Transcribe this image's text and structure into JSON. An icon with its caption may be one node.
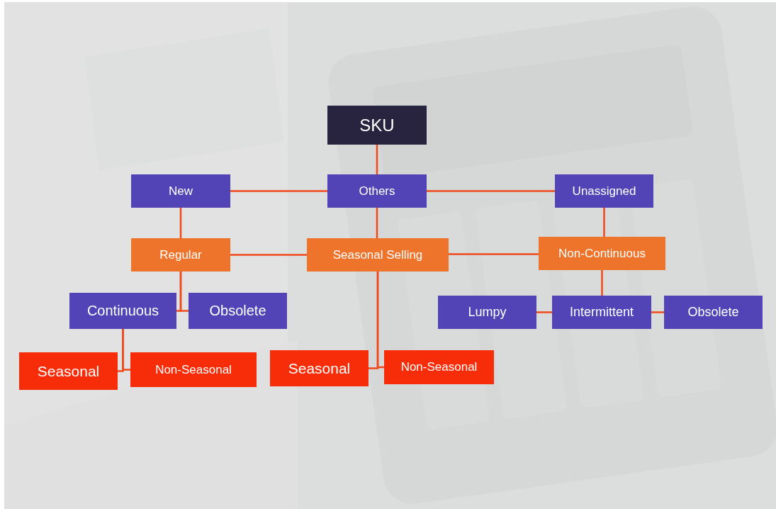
{
  "diagram": {
    "nodes": [
      {
        "text": [
          "SKU"
        ]
      },
      {
        "text": [
          "New"
        ]
      },
      {
        "text": [
          "Others"
        ]
      },
      {
        "text": [
          "Unassigned"
        ]
      },
      {
        "text": [
          "Regular"
        ]
      },
      {
        "text": [
          "Seasonal Selling"
        ]
      },
      {
        "text": [
          "Non-Continuous"
        ]
      },
      {
        "text": [
          "Continuous"
        ]
      },
      {
        "text": [
          "Obsolete"
        ]
      },
      {
        "text": [
          "Lumpy"
        ]
      },
      {
        "text": [
          "Intermittent"
        ]
      },
      {
        "text": [
          "Obsolete"
        ]
      },
      {
        "text": [
          "Seasonal"
        ]
      },
      {
        "text": [
          "Non-Seasonal"
        ]
      },
      {
        "text": [
          "Seasonal"
        ]
      },
      {
        "text": [
          "Non-Seasonal"
        ]
      }
    ],
    "edges": [
      {
        "from": 0,
        "to": 2,
        "arrow": "none"
      },
      {
        "from": 2,
        "to": 1,
        "arrow": "none"
      },
      {
        "from": 2,
        "to": 3,
        "arrow": "none"
      },
      {
        "from": 1,
        "to": 4,
        "arrow": "none"
      },
      {
        "from": 2,
        "to": 5,
        "arrow": "none"
      },
      {
        "from": 3,
        "to": 6,
        "arrow": "none"
      },
      {
        "from": 4,
        "to": 5,
        "arrow": "none"
      },
      {
        "from": 5,
        "to": 6,
        "arrow": "none"
      },
      {
        "from": 4,
        "to": 7,
        "arrow": "none"
      },
      {
        "from": 4,
        "to": 8,
        "arrow": "none"
      },
      {
        "from": 6,
        "to": 10,
        "arrow": "none"
      },
      {
        "from": 10,
        "to": 9,
        "arrow": "none"
      },
      {
        "from": 10,
        "to": 11,
        "arrow": "none"
      },
      {
        "from": 7,
        "to": 12,
        "arrow": "none"
      },
      {
        "from": 7,
        "to": 13,
        "arrow": "none"
      },
      {
        "from": 5,
        "to": 14,
        "arrow": "none"
      },
      {
        "from": 5,
        "to": 15,
        "arrow": "none"
      }
    ]
  }
}
